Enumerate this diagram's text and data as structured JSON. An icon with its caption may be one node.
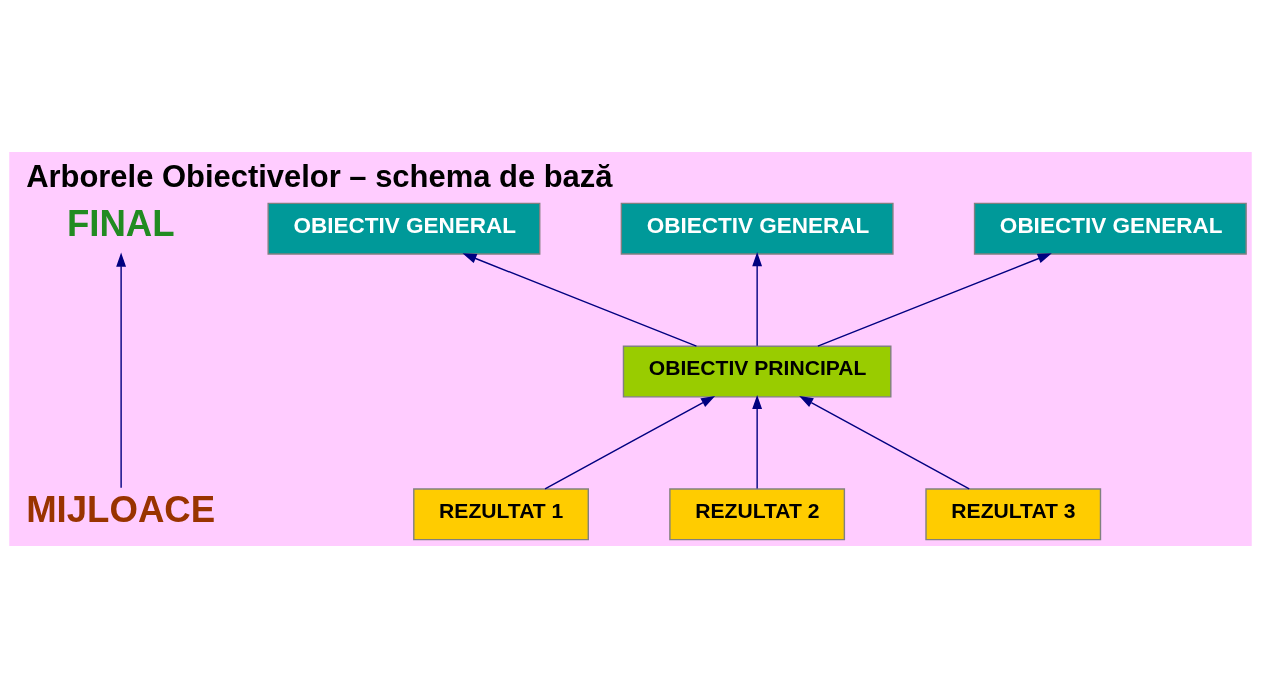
{
  "diagram": {
    "title": "Arborele Obiectivelor – schema de bază",
    "nodes": [
      {
        "text": [
          "FINAL"
        ]
      },
      {
        "text": [
          "MIJLOACE"
        ]
      },
      {
        "text": [
          "OBIECTIV GENERAL"
        ]
      },
      {
        "text": [
          "OBIECTIV GENERAL"
        ]
      },
      {
        "text": [
          "OBIECTIV GENERAL"
        ]
      },
      {
        "text": [
          "OBIECTIV PRINCIPAL"
        ]
      },
      {
        "text": [
          "REZULTAT 1"
        ]
      },
      {
        "text": [
          "REZULTAT 2"
        ]
      },
      {
        "text": [
          "REZULTAT 3"
        ]
      }
    ],
    "edges": [
      {
        "from": 1,
        "to": 0,
        "arrow": "to"
      },
      {
        "from": 5,
        "to": 2,
        "arrow": "to"
      },
      {
        "from": 5,
        "to": 3,
        "arrow": "to"
      },
      {
        "from": 5,
        "to": 4,
        "arrow": "to"
      },
      {
        "from": 6,
        "to": 5,
        "arrow": "to"
      },
      {
        "from": 7,
        "to": 5,
        "arrow": "to"
      },
      {
        "from": 8,
        "to": 5,
        "arrow": "to"
      }
    ]
  }
}
